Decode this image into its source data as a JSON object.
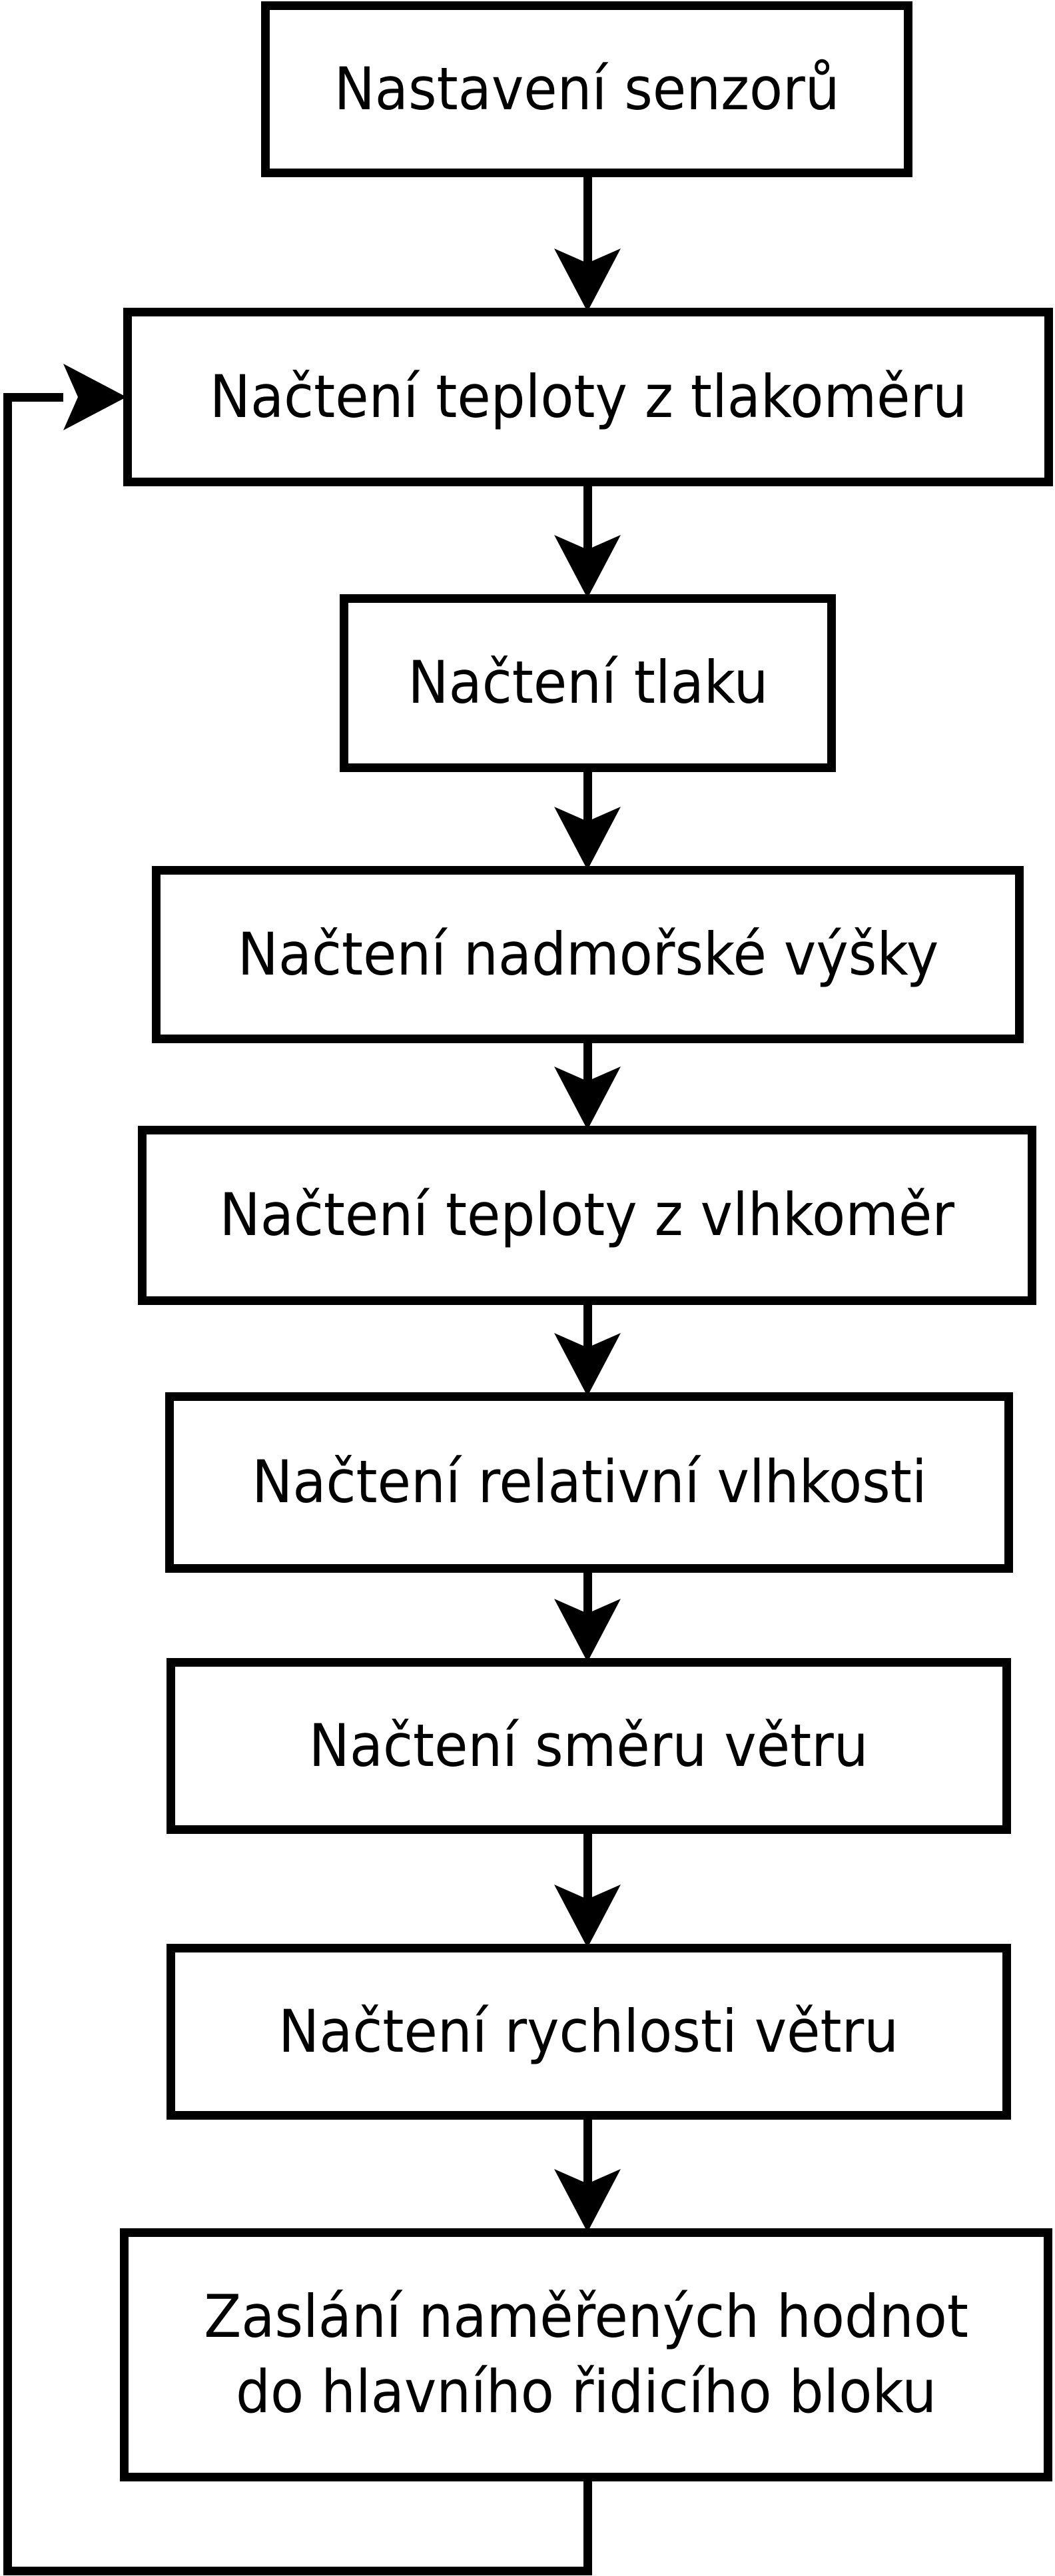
{
  "diagram": {
    "type": "flowchart",
    "background_color": "#ffffff",
    "stroke_color": "#000000",
    "text_color": "#000000",
    "boxes": [
      {
        "id": "nastaveni-senzoru",
        "label": "Nastavení senzorů"
      },
      {
        "id": "nacteni-teploty-z-tlakomeru",
        "label": "Načtení teploty z tlakoměru"
      },
      {
        "id": "nacteni-tlaku",
        "label": "Načtení tlaku"
      },
      {
        "id": "nacteni-nadmorske-vysky",
        "label": "Načtení nadmořské výšky"
      },
      {
        "id": "nacteni-teploty-z-vlhkomer",
        "label": "Načtení teploty z vlhkoměr"
      },
      {
        "id": "nacteni-relativni-vlhkosti",
        "label": "Načtení relativní vlhkosti"
      },
      {
        "id": "nacteni-smeru-vetru",
        "label": "Načtení směru větru"
      },
      {
        "id": "nacteni-rychlosti-vetru",
        "label": "Načtení rychlosti větru"
      },
      {
        "id": "zaslani-namerenych-hodnot",
        "lines": [
          "Zaslání naměřených hodnot",
          "do hlavního řidicího bloku"
        ]
      }
    ],
    "edges": [
      {
        "from": "nastaveni-senzoru",
        "to": "nacteni-teploty-z-tlakomeru"
      },
      {
        "from": "nacteni-teploty-z-tlakomeru",
        "to": "nacteni-tlaku"
      },
      {
        "from": "nacteni-tlaku",
        "to": "nacteni-nadmorske-vysky"
      },
      {
        "from": "nacteni-nadmorske-vysky",
        "to": "nacteni-teploty-z-vlhkomer"
      },
      {
        "from": "nacteni-teploty-z-vlhkomer",
        "to": "nacteni-relativni-vlhkosti"
      },
      {
        "from": "nacteni-relativni-vlhkosti",
        "to": "nacteni-smeru-vetru"
      },
      {
        "from": "nacteni-smeru-vetru",
        "to": "nacteni-rychlosti-vetru"
      },
      {
        "from": "nacteni-rychlosti-vetru",
        "to": "zaslani-namerenych-hodnot"
      },
      {
        "from": "zaslani-namerenych-hodnot",
        "to": "nacteni-teploty-z-tlakomeru",
        "type": "feedback-loop"
      }
    ]
  }
}
